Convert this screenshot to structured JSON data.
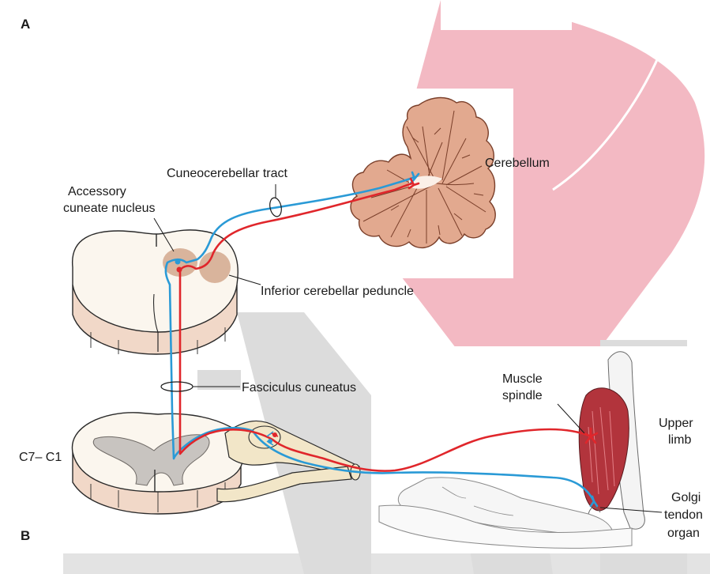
{
  "panels": {
    "a": "A",
    "b": "B"
  },
  "labels": {
    "cuneocerebellar_tract": "Cuneocerebellar tract",
    "cerebellum": "Cerebellum",
    "accessory_cuneate_line1": "Accessory",
    "accessory_cuneate_line2": "cuneate nucleus",
    "inferior_cerebellar_peduncle": "Inferior cerebellar peduncle",
    "fasciculus_cuneatus": "Fasciculus cuneatus",
    "muscle_spindle_line1": "Muscle",
    "muscle_spindle_line2": "spindle",
    "upper_limb_line1": "Upper",
    "upper_limb_line2": "limb",
    "spinal_level": "C7– C1",
    "golgi_line1": "Golgi",
    "golgi_line2": "tendon",
    "golgi_line3": "organ"
  },
  "colors": {
    "tract_blue": "#2a9ad6",
    "tract_red": "#e0262b",
    "cerebellum_fill": "#e2a98f",
    "gray_matter": "#c8c4c0",
    "white_matter": "#fbf6ee",
    "muscle": "#b2343c",
    "watermark_pink": "#f3b9c3",
    "watermark_gray": "#dcdcdc"
  }
}
